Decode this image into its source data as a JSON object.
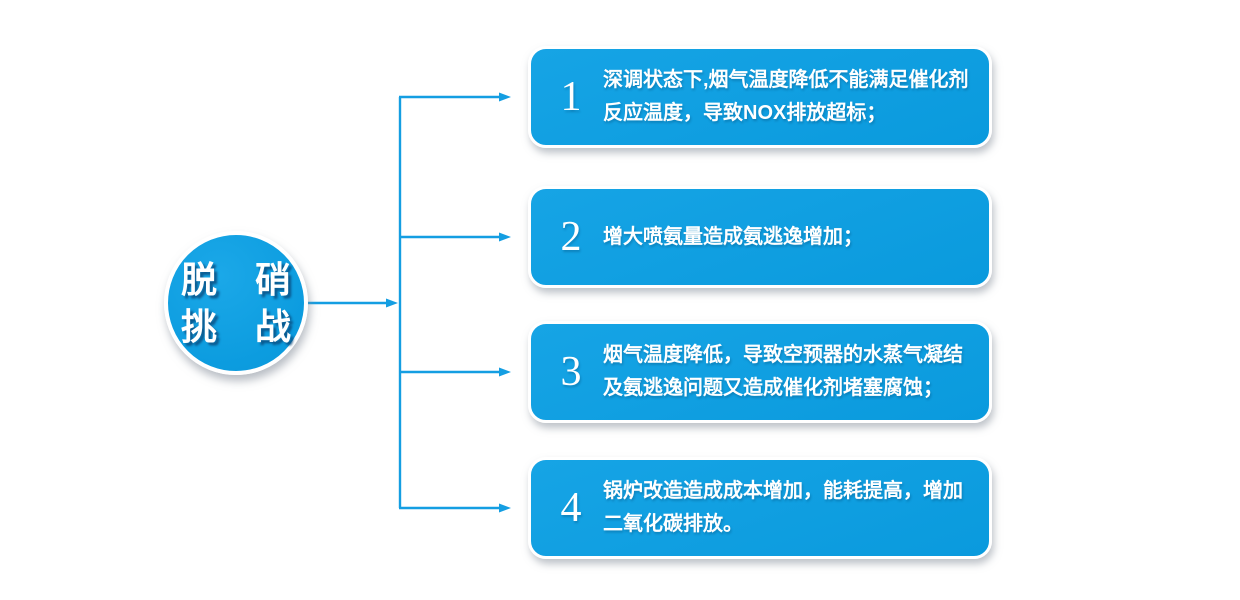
{
  "circle": {
    "line1": "脱 硝",
    "line2": "挑 战"
  },
  "challenges": [
    {
      "number": "1",
      "lines": [
        "深调状态下,烟气温度降低不能满足催化剂",
        "反应温度，导致NOX排放超标；"
      ]
    },
    {
      "number": "2",
      "lines": [
        "增大喷氨量造成氨逃逸增加；"
      ]
    },
    {
      "number": "3",
      "lines": [
        "烟气温度降低，导致空预器的水蒸气凝结",
        "及氨逃逸问题又造成催化剂堵塞腐蚀；"
      ]
    },
    {
      "number": "4",
      "lines": [
        "锅炉改造造成成本增加，能耗提高，增加",
        "二氧化碳排放。"
      ]
    }
  ],
  "colors": {
    "primary_blue": "#0D9FE2",
    "connector_blue": "#149EE2",
    "box_gradient_start": "#16A4E5",
    "box_gradient_end": "#0A9ADD",
    "text_white": "#FFFFFF",
    "background": "#FFFFFF"
  }
}
